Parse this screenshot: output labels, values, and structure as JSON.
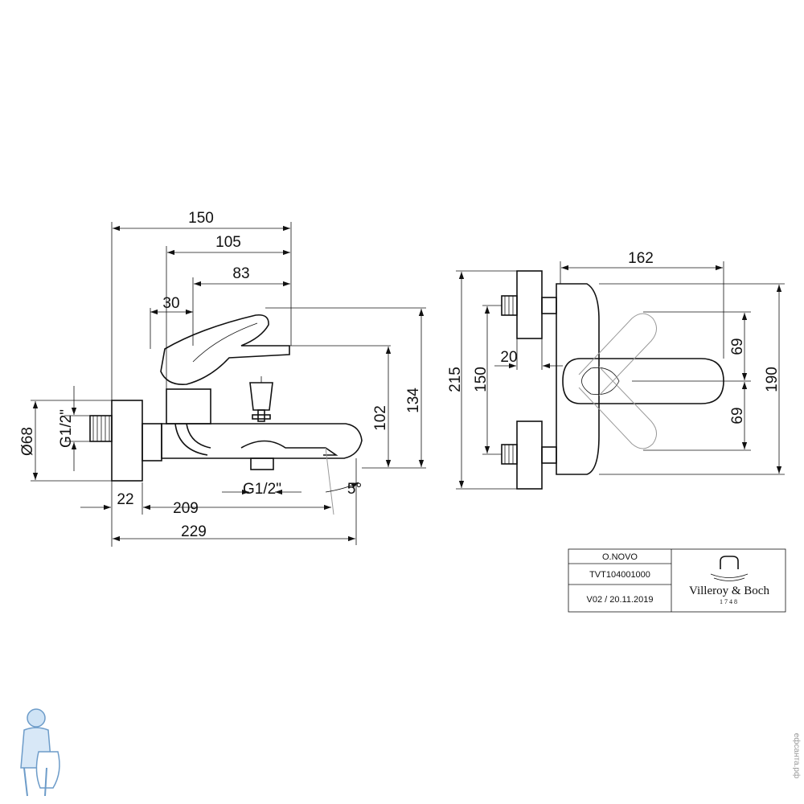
{
  "side_view": {
    "dims": {
      "d150": "150",
      "d105": "105",
      "d83": "83",
      "d30": "30",
      "d134": "134",
      "d102": "102",
      "d68": "Ø68",
      "thread_wall": "G1/2\"",
      "thread_bottom": "G1/2\"",
      "angle": "5°",
      "d22": "22",
      "d209": "209",
      "d229": "229"
    }
  },
  "front_view": {
    "dims": {
      "d162": "162",
      "d215": "215",
      "d150": "150",
      "d20": "20",
      "d190": "190",
      "d69_top": "69",
      "d69_bottom": "69"
    }
  },
  "title_block": {
    "product": "O.NOVO",
    "code": "TVT104001000",
    "version": "V02 / 20.11.2019",
    "brand": "Villeroy & Boch",
    "brand_year": "1748"
  },
  "watermark": {
    "site": "ефсанта.рф"
  }
}
